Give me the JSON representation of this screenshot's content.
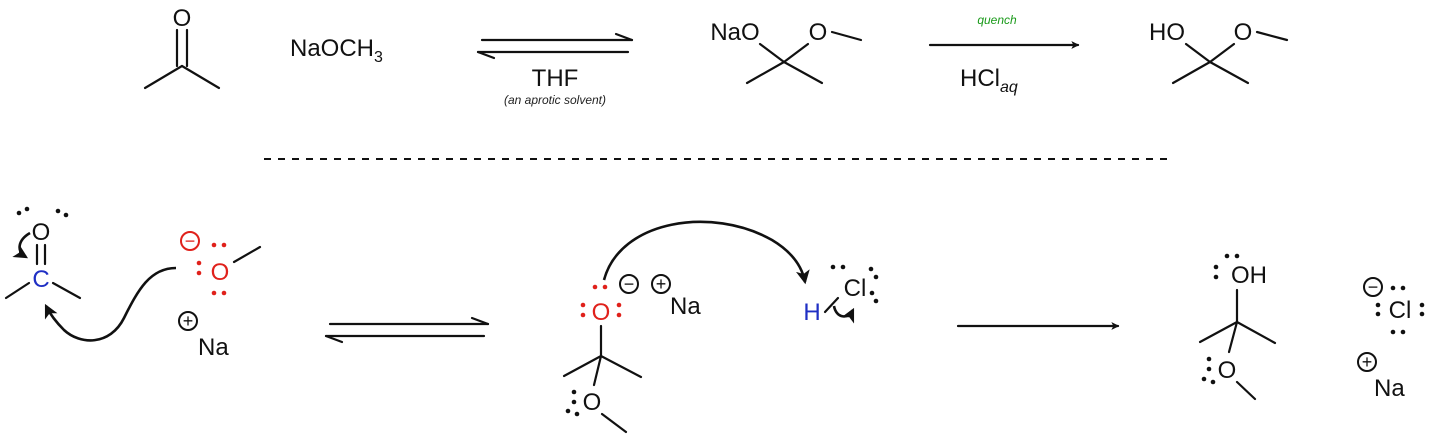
{
  "colors": {
    "ink": "#111111",
    "oxygen_highlight": "#e0211b",
    "carbon_highlight": "#1f2fc4",
    "quench_label": "#1a9a1a"
  },
  "overall": {
    "reagent": "NaOCH",
    "reagent_sub": "3",
    "solvent": "THF",
    "solvent_note": "(an aprotic solvent)",
    "quench_label": "quench",
    "acid": "HCl",
    "acid_sub": "aq",
    "ketone_O": "O",
    "hemi_na_O": "NaO",
    "hemi_O": "O",
    "product_HO": "HO",
    "product_O": "O"
  },
  "mechanism": {
    "step1": {
      "O_carbonyl": "O",
      "C": "C",
      "O_methoxide": "O",
      "minus": "−",
      "plus": "+",
      "Na": "Na"
    },
    "step2": {
      "O_alkoxide": "O",
      "minus": "−",
      "plus": "+",
      "Na": "Na",
      "O_ether": "O",
      "H": "H",
      "Cl": "Cl"
    },
    "step3": {
      "OH": "OH",
      "O_ether": "O",
      "minus": "−",
      "Cl": "Cl",
      "plus": "+",
      "Na": "Na"
    }
  }
}
